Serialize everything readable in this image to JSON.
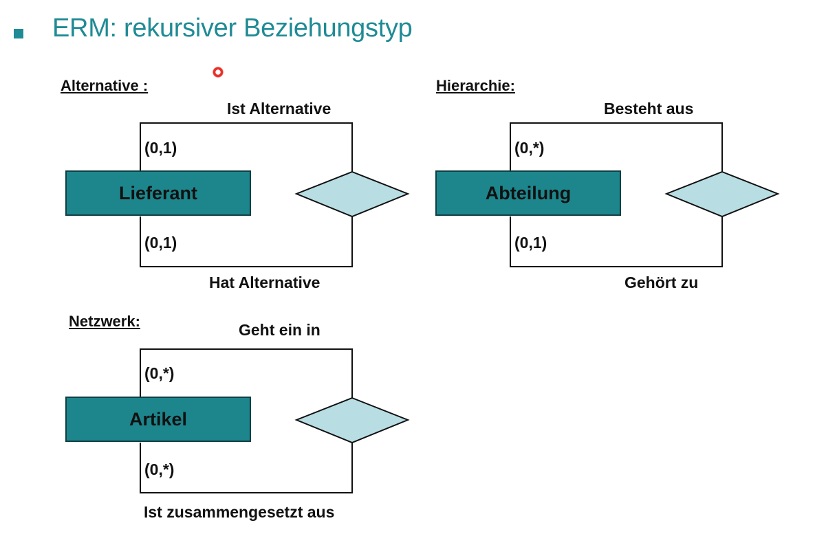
{
  "title": "ERM: rekursiver Beziehungstyp",
  "colors": {
    "accent": "#1f8b95",
    "entity_fill": "#1d868d",
    "relationship_fill": "#b8dde3"
  },
  "diagrams": {
    "alternative": {
      "section_label": "Alternative :",
      "entity": "Lieferant",
      "top_role": "Ist Alternative",
      "bottom_role": "Hat Alternative",
      "top_cardinality": "(0,1)",
      "bottom_cardinality": "(0,1)"
    },
    "hierarchie": {
      "section_label": "Hierarchie:",
      "entity": "Abteilung",
      "top_role": "Besteht aus",
      "bottom_role": "Gehört zu",
      "top_cardinality": "(0,*)",
      "bottom_cardinality": "(0,1)"
    },
    "netzwerk": {
      "section_label": "Netzwerk:",
      "entity": "Artikel",
      "top_role": "Geht ein in",
      "bottom_role": "Ist zusammengesetzt aus",
      "top_cardinality": "(0,*)",
      "bottom_cardinality": "(0,*)"
    }
  }
}
